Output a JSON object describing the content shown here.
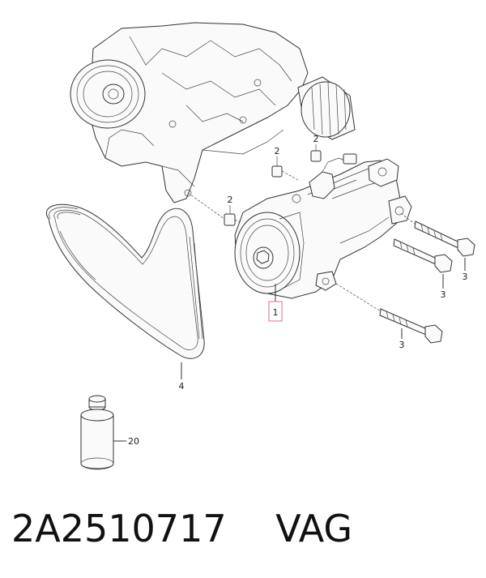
{
  "diagram": {
    "callouts": {
      "compressor": "1",
      "bushing_a": "2",
      "bushing_b": "2",
      "bushing_c": "2",
      "bolt_a": "3",
      "bolt_b": "3",
      "bolt_c": "3",
      "belt": "4",
      "oil_filter_part": "20"
    }
  },
  "caption": {
    "part_number": "2A2510717",
    "brand": "VAG"
  },
  "colors": {
    "highlight_box": "#e08a96",
    "line": "#333333"
  }
}
